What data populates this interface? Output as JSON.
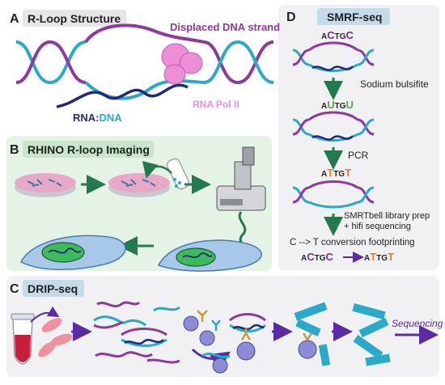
{
  "panels": {
    "a": {
      "letter": "A",
      "title": "R-Loop Structure",
      "displaced_label": "Displaced DNA strand",
      "rna_label": "RNA",
      "colon": ":",
      "dna_label": "DNA",
      "pol_label": "RNA Pol II"
    },
    "b": {
      "letter": "B",
      "title": "RHINO R-loop Imaging"
    },
    "c": {
      "letter": "C",
      "title": "DRIP-seq",
      "sequencing_label": "Sequencing"
    },
    "d": {
      "letter": "D",
      "title": "SMRF-seq",
      "seq1": {
        "a": "A",
        "c1": "C",
        "t": "T",
        "g": "G",
        "c2": "C"
      },
      "seq2": {
        "a": "A",
        "u1": "U",
        "t": "T",
        "g": "G",
        "u2": "U"
      },
      "seq3": {
        "a": "A",
        "t1": "T",
        "t": "T",
        "g": "G",
        "t2": "T"
      },
      "step1": "Sodium bulsifite",
      "step2": "PCR",
      "step3a": "SMRTbell library prep",
      "step3b": "+ hifi sequencing",
      "footprint_label": "C --> T conversion footprinting",
      "fp_left": {
        "a": "A",
        "c1": "C",
        "t": "T",
        "g": "G",
        "c2": "C"
      },
      "fp_right": {
        "a": "A",
        "t1": "T",
        "t": "T",
        "g": "G",
        "t2": "T"
      }
    }
  },
  "colors": {
    "purple_strand": "#8e3a9c",
    "blue_strand": "#2aa9c9",
    "rna_navy": "#1f2a7a",
    "pol_pink": "#ec8fd6",
    "arrow_green": "#237a4e",
    "arrow_purple": "#5b2aa6",
    "panel_gray": "#f1f1f3",
    "panel_green": "#e4f3e6",
    "cytosine_purple": "#7d2a8e",
    "uracil_green": "#5aa83a",
    "thymine_orange": "#ef7d1f"
  }
}
